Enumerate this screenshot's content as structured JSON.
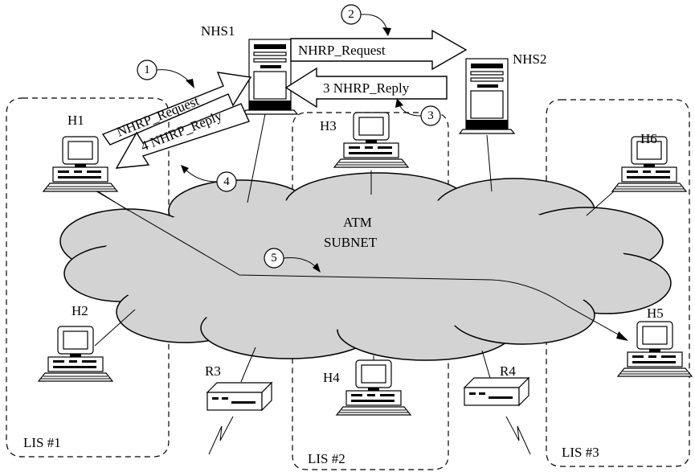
{
  "servers": {
    "nhs1": "NHS1",
    "nhs2": "NHS2"
  },
  "hosts": {
    "h1": "H1",
    "h2": "H2",
    "h3": "H3",
    "h4": "H4",
    "h5": "H5",
    "h6": "H6"
  },
  "routers": {
    "r3": "R3",
    "r4": "R4"
  },
  "network": {
    "line1": "ATM",
    "line2": "SUBNET"
  },
  "lis": {
    "lis1": "LIS #1",
    "lis2": "LIS #2",
    "lis3": "LIS #3"
  },
  "messages": {
    "request_1": "NHRP_Request",
    "request_2": "NHRP_Request",
    "reply_3": "3 NHRP_Reply",
    "reply_4": "4 NHRP_Reply"
  },
  "steps": {
    "s1": "1",
    "s2": "2",
    "s3": "3",
    "s4": "4",
    "s5": "5"
  }
}
